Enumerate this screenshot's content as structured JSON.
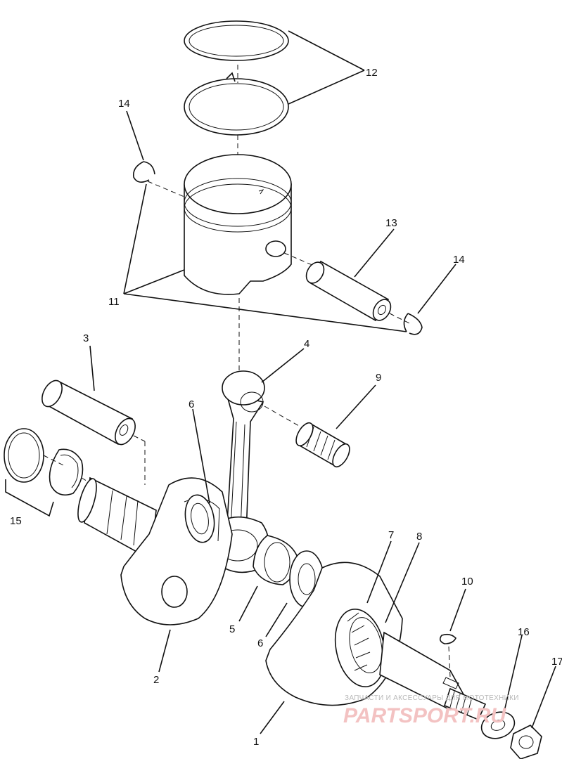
{
  "labels": {
    "p1": "1",
    "p2": "2",
    "p3": "3",
    "p4": "4",
    "p5": "5",
    "p6a": "6",
    "p6b": "6",
    "p7": "7",
    "p8": "8",
    "p9": "9",
    "p10": "10",
    "p11": "11",
    "p12": "12",
    "p13": "13",
    "p14a": "14",
    "p14b": "14",
    "p15": "15",
    "p16": "16",
    "p17": "17"
  },
  "watermark": {
    "top": "ЗАПЧАСТИ И АКСЕССУАРЫ ДЛЯ МОТОТЕХНИКИ",
    "brand": "PARTSPORT.RU"
  },
  "colors": {
    "ink": "#111111",
    "watermark_red": "#f3c2c2",
    "watermark_gray": "#b8b8b8"
  }
}
